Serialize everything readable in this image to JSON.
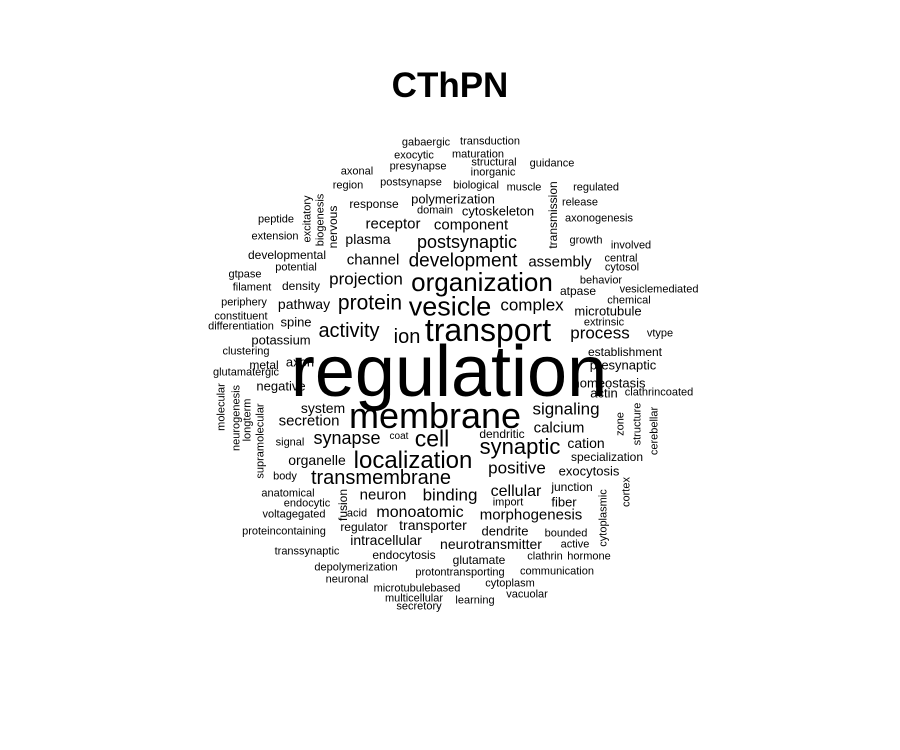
{
  "title": "CThPN",
  "words": [
    {
      "t": "regulation",
      "s": 72
    },
    {
      "t": "membrane",
      "s": 36
    },
    {
      "t": "transport",
      "s": 32
    },
    {
      "t": "organization",
      "s": 26
    },
    {
      "t": "vesicle",
      "s": 27
    },
    {
      "t": "localization",
      "s": 24
    },
    {
      "t": "synaptic",
      "s": 22
    },
    {
      "t": "cell",
      "s": 23
    },
    {
      "t": "protein",
      "s": 21
    },
    {
      "t": "transmembrane",
      "s": 20
    },
    {
      "t": "activity",
      "s": 20
    },
    {
      "t": "development",
      "s": 19
    },
    {
      "t": "ion",
      "s": 20
    },
    {
      "t": "postsynaptic",
      "s": 18
    },
    {
      "t": "synapse",
      "s": 18
    },
    {
      "t": "signaling",
      "s": 17
    },
    {
      "t": "positive",
      "s": 17
    },
    {
      "t": "projection",
      "s": 17
    },
    {
      "t": "complex",
      "s": 17
    },
    {
      "t": "binding",
      "s": 17
    },
    {
      "t": "process",
      "s": 17
    },
    {
      "t": "monoatomic",
      "s": 16
    },
    {
      "t": "cellular",
      "s": 16
    },
    {
      "t": "assembly",
      "s": 15
    },
    {
      "t": "secretion",
      "s": 15
    },
    {
      "t": "calcium",
      "s": 15
    },
    {
      "t": "neuron",
      "s": 15
    },
    {
      "t": "channel",
      "s": 15
    },
    {
      "t": "component",
      "s": 15
    },
    {
      "t": "receptor",
      "s": 15
    },
    {
      "t": "morphogenesis",
      "s": 15
    },
    {
      "t": "pathway",
      "s": 14
    },
    {
      "t": "plasma",
      "s": 14
    },
    {
      "t": "transporter",
      "s": 14
    },
    {
      "t": "neurotransmitter",
      "s": 14
    },
    {
      "t": "organelle",
      "s": 14
    },
    {
      "t": "cation",
      "s": 14
    },
    {
      "t": "intracellular",
      "s": 14
    },
    {
      "t": "system",
      "s": 14
    },
    {
      "t": "negative",
      "s": 13
    },
    {
      "t": "microtubule",
      "s": 13
    },
    {
      "t": "dendrite",
      "s": 13
    },
    {
      "t": "exocytosis",
      "s": 13
    },
    {
      "t": "axon",
      "s": 13
    },
    {
      "t": "presynaptic",
      "s": 13
    },
    {
      "t": "homeostasis",
      "s": 13
    },
    {
      "t": "actin",
      "s": 13
    },
    {
      "t": "potassium",
      "s": 13
    },
    {
      "t": "spine",
      "s": 13
    },
    {
      "t": "fiber",
      "s": 13
    },
    {
      "t": "junction",
      "s": 12
    },
    {
      "t": "response",
      "s": 12
    },
    {
      "t": "cytoskeleton",
      "s": 13
    },
    {
      "t": "polymerization",
      "s": 13
    },
    {
      "t": "glutamate",
      "s": 12
    },
    {
      "t": "endocytosis",
      "s": 12
    },
    {
      "t": "establishment",
      "s": 12
    },
    {
      "t": "density",
      "s": 12
    },
    {
      "t": "developmental",
      "s": 12
    },
    {
      "t": "specialization",
      "s": 12
    },
    {
      "t": "nervous",
      "s": 12,
      "v": true
    },
    {
      "t": "transmission",
      "s": 12,
      "v": true
    },
    {
      "t": "dendritic",
      "s": 12
    },
    {
      "t": "potential",
      "s": 11
    },
    {
      "t": "bounded",
      "s": 11
    },
    {
      "t": "regulator",
      "s": 12
    },
    {
      "t": "metal",
      "s": 12
    },
    {
      "t": "fusion",
      "s": 12,
      "v": true
    },
    {
      "t": "biological",
      "s": 11
    },
    {
      "t": "structure",
      "s": 11,
      "v": true
    },
    {
      "t": "supramolecular",
      "s": 11,
      "v": true
    },
    {
      "t": "zone",
      "s": 11,
      "v": true
    },
    {
      "t": "postsynapse",
      "s": 11
    },
    {
      "t": "inorganic",
      "s": 11
    },
    {
      "t": "structural",
      "s": 11
    },
    {
      "t": "presynapse",
      "s": 11
    },
    {
      "t": "protontransporting",
      "s": 11
    },
    {
      "t": "voltagegated",
      "s": 11
    },
    {
      "t": "behavior",
      "s": 11
    },
    {
      "t": "atpase",
      "s": 12
    },
    {
      "t": "biogenesis",
      "s": 11,
      "v": true
    },
    {
      "t": "excitatory",
      "s": 11,
      "v": true
    },
    {
      "t": "growth",
      "s": 11
    },
    {
      "t": "anatomical",
      "s": 11
    },
    {
      "t": "endocytic",
      "s": 11
    },
    {
      "t": "clathrin",
      "s": 11
    },
    {
      "t": "cytoplasm",
      "s": 11
    },
    {
      "t": "communication",
      "s": 11
    },
    {
      "t": "active",
      "s": 11
    },
    {
      "t": "chemical",
      "s": 11
    },
    {
      "t": "depolymerization",
      "s": 11
    },
    {
      "t": "gabaergic",
      "s": 11
    },
    {
      "t": "transduction",
      "s": 11
    },
    {
      "t": "exocytic",
      "s": 11
    },
    {
      "t": "maturation",
      "s": 11
    },
    {
      "t": "axonal",
      "s": 11
    },
    {
      "t": "guidance",
      "s": 11
    },
    {
      "t": "region",
      "s": 11
    },
    {
      "t": "muscle",
      "s": 11
    },
    {
      "t": "regulated",
      "s": 11
    },
    {
      "t": "release",
      "s": 11
    },
    {
      "t": "domain",
      "s": 11
    },
    {
      "t": "peptide",
      "s": 11
    },
    {
      "t": "axonogenesis",
      "s": 11
    },
    {
      "t": "extension",
      "s": 11
    },
    {
      "t": "involved",
      "s": 11
    },
    {
      "t": "central",
      "s": 11
    },
    {
      "t": "cytosol",
      "s": 11
    },
    {
      "t": "gtpase",
      "s": 11
    },
    {
      "t": "filament",
      "s": 11
    },
    {
      "t": "vesiclemediated",
      "s": 11
    },
    {
      "t": "periphery",
      "s": 11
    },
    {
      "t": "constituent",
      "s": 11
    },
    {
      "t": "extrinsic",
      "s": 11
    },
    {
      "t": "differentiation",
      "s": 11
    },
    {
      "t": "vtype",
      "s": 11
    },
    {
      "t": "clustering",
      "s": 11
    },
    {
      "t": "glutamatergic",
      "s": 11
    },
    {
      "t": "clathrincoated",
      "s": 11
    },
    {
      "t": "molecular",
      "s": 11,
      "v": true
    },
    {
      "t": "neurogenesis",
      "s": 11,
      "v": true
    },
    {
      "t": "longterm",
      "s": 11,
      "v": true
    },
    {
      "t": "cerebellar",
      "s": 11,
      "v": true
    },
    {
      "t": "signal",
      "s": 11
    },
    {
      "t": "coat",
      "s": 10
    },
    {
      "t": "body",
      "s": 11
    },
    {
      "t": "import",
      "s": 11
    },
    {
      "t": "cortex",
      "s": 11,
      "v": true
    },
    {
      "t": "cytoplasmic",
      "s": 11,
      "v": true
    },
    {
      "t": "acid",
      "s": 11
    },
    {
      "t": "proteincontaining",
      "s": 11
    },
    {
      "t": "hormone",
      "s": 11
    },
    {
      "t": "transsynaptic",
      "s": 11
    },
    {
      "t": "neuronal",
      "s": 11
    },
    {
      "t": "microtubulebased",
      "s": 11
    },
    {
      "t": "vacuolar",
      "s": 11
    },
    {
      "t": "multicellular",
      "s": 11
    },
    {
      "t": "learning",
      "s": 11
    },
    {
      "t": "secretory",
      "s": 11
    }
  ]
}
